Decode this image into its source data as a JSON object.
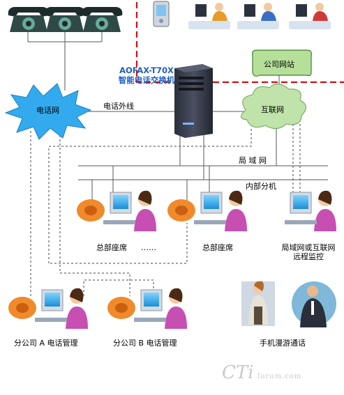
{
  "server": {
    "line1": "AOFAX-T70X",
    "line2": "智能电话交换机"
  },
  "telephone_network": "电话网",
  "outside_line": "电话外线",
  "internet": "互联网",
  "company_website": "公司网站",
  "lan": "局 域 网",
  "internal_extension": "内部分机",
  "hq_seat_1": "总部座席",
  "hq_ellipsis": "…… ",
  "hq_seat_2": "总部座席",
  "remote_monitor_line1": "局域网或互联网",
  "remote_monitor_line2": "远程监控",
  "branch_a": "分公司 A 电话管理",
  "branch_b": "分公司 B 电话管理",
  "mobile_roaming": "手机漫游通话",
  "watermark_big": "CTi",
  "watermark_small": "forum.com",
  "colors": {
    "title_blue": "#1f5fbf",
    "cloud_blue": "#33aaee",
    "cloud_green": "#bfe3a8",
    "website_green": "#b6e09a",
    "dashed_red": "#cc1111"
  }
}
